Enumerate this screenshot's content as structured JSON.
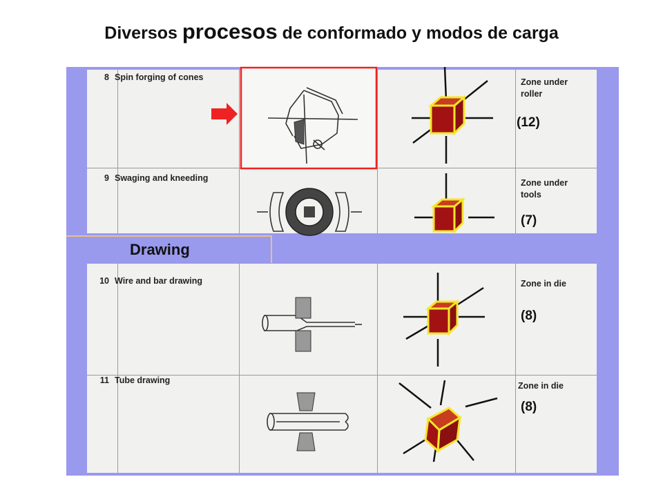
{
  "title": {
    "part1": "Diversos ",
    "part2": "procesos",
    "part3": " de conformado y modos de carga"
  },
  "section_label": "Drawing",
  "rows": [
    {
      "num": "8",
      "label": "Spin forging of cones",
      "zone": "Zone under\nroller",
      "code": "(12)"
    },
    {
      "num": "9",
      "label": "Swaging and kneeding",
      "zone": "Zone under\ntools",
      "code": "(7)"
    },
    {
      "num": "10",
      "label": "Wire and bar drawing",
      "zone": "Zone in die",
      "code": "(8)"
    },
    {
      "num": "11",
      "label": "Tube drawing",
      "zone": "Zone in die",
      "code": "(8)"
    }
  ],
  "colors": {
    "frame": "#9999ee",
    "highlight": "#ee2222",
    "cube_face": "#a31212",
    "cube_edge": "#f5e62a"
  }
}
